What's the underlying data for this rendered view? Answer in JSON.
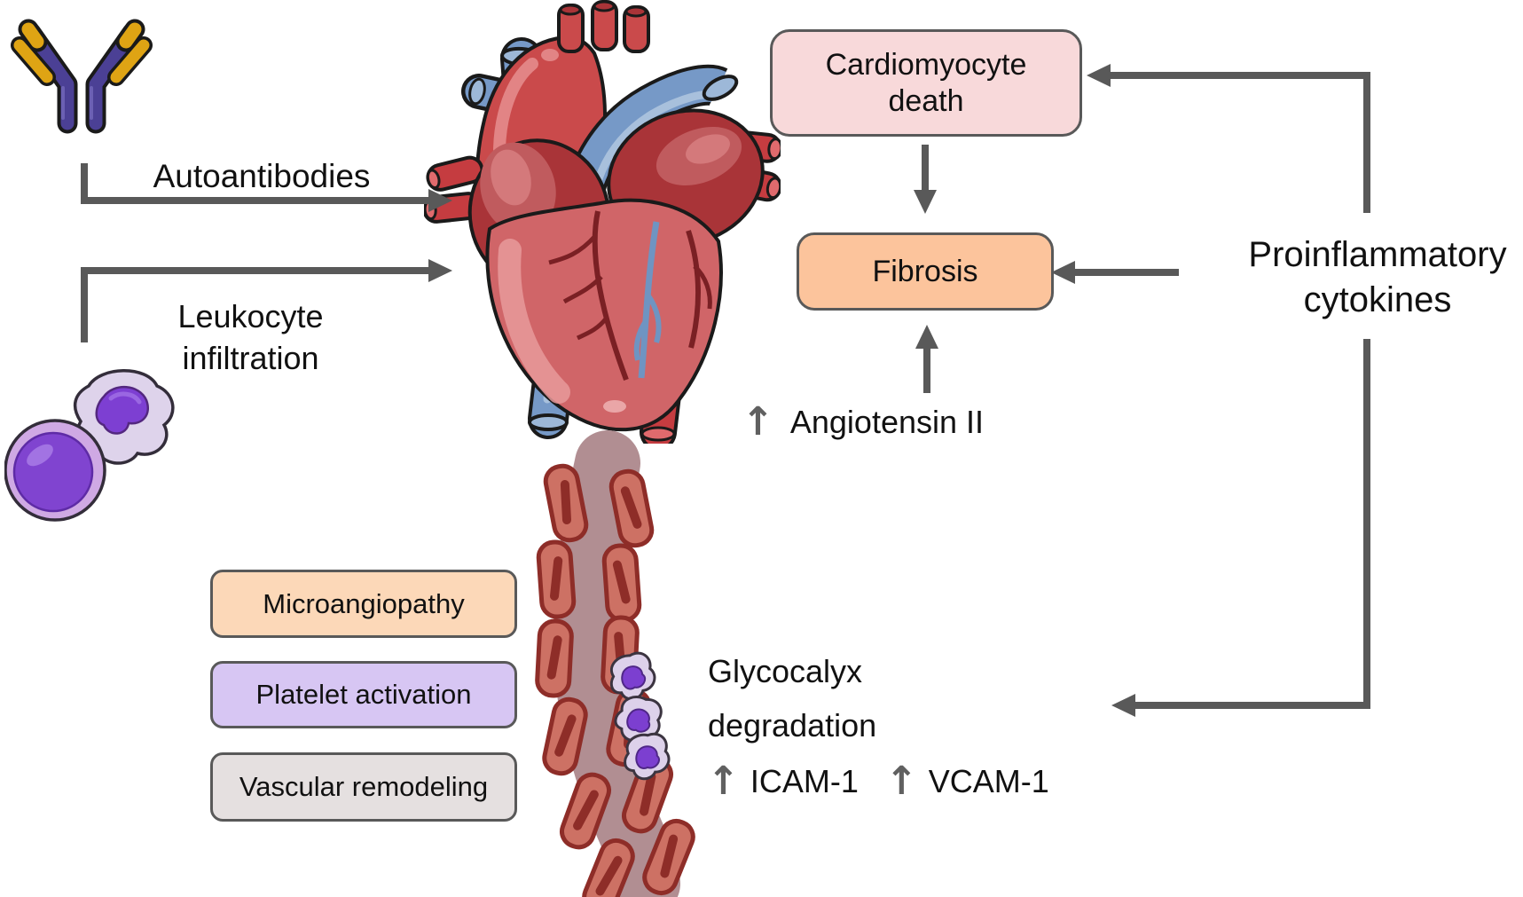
{
  "nodes": {
    "autoantibodies": {
      "label": "Autoantibodies"
    },
    "leukocyte_infiltration": {
      "line1": "Leukocyte",
      "line2": "infiltration"
    },
    "cardiomyocyte_death": {
      "line1": "Cardiomyocyte",
      "line2": "death"
    },
    "fibrosis": {
      "label": "Fibrosis"
    },
    "proinflammatory_cytokines": {
      "line1": "Proinflammatory",
      "line2": "cytokines"
    },
    "angiotensin_ii": {
      "glyph": "↑",
      "label": "Angiotensin II"
    },
    "microangiopathy": {
      "label": "Microangiopathy"
    },
    "platelet_activation": {
      "label": "Platelet activation"
    },
    "vascular_remodeling": {
      "label": "Vascular remodeling"
    },
    "glycocalyx_degradation": {
      "line1": "Glycocalyx",
      "line2": "degradation"
    },
    "icam_1": {
      "glyph": "↑",
      "label": "ICAM-1"
    },
    "vcam_1": {
      "glyph": "↑",
      "label": "VCAM-1"
    }
  },
  "icons": {
    "antibody": "antibody-icon",
    "leukocyte_cells": "leukocyte-cells-icon",
    "heart": "heart-icon",
    "blood_vessel": "blood-vessel-icon"
  },
  "connections": [
    {
      "from": "autoantibodies",
      "to": "heart"
    },
    {
      "from": "leukocyte-infiltration",
      "to": "heart"
    },
    {
      "from": "proinflammatory-cytokines",
      "to": "cardiomyocyte-death"
    },
    {
      "from": "cardiomyocyte-death",
      "to": "fibrosis"
    },
    {
      "from": "proinflammatory-cytokines",
      "to": "fibrosis"
    },
    {
      "from": "angiotensin-ii",
      "to": "fibrosis"
    },
    {
      "from": "proinflammatory-cytokines",
      "to": "glycocalyx-degradation"
    }
  ],
  "colors": {
    "background": "#ffffff",
    "arrow": "#595959",
    "box_border": "#595959",
    "text": "#111111",
    "cardiomyocyte_death_fill": "#f8d9da",
    "fibrosis_fill": "#fcc49c",
    "microangiopathy_fill": "#fcd8b8",
    "platelet_activation_fill": "#d7c6f3",
    "vascular_remodeling_fill": "#e5e0e0",
    "antibody_chain": "#4b4095",
    "antibody_tip": "#dfa414",
    "heart_red": "#ca4a4b",
    "heart_dark_red": "#a93438",
    "vein_blue": "#7699c7",
    "vessel_wall": "#cd7164",
    "vessel_lumen": "#b18e92",
    "leukocyte_body": "#ddd1ea",
    "leukocyte_nucleus": "#7c3fd0"
  }
}
